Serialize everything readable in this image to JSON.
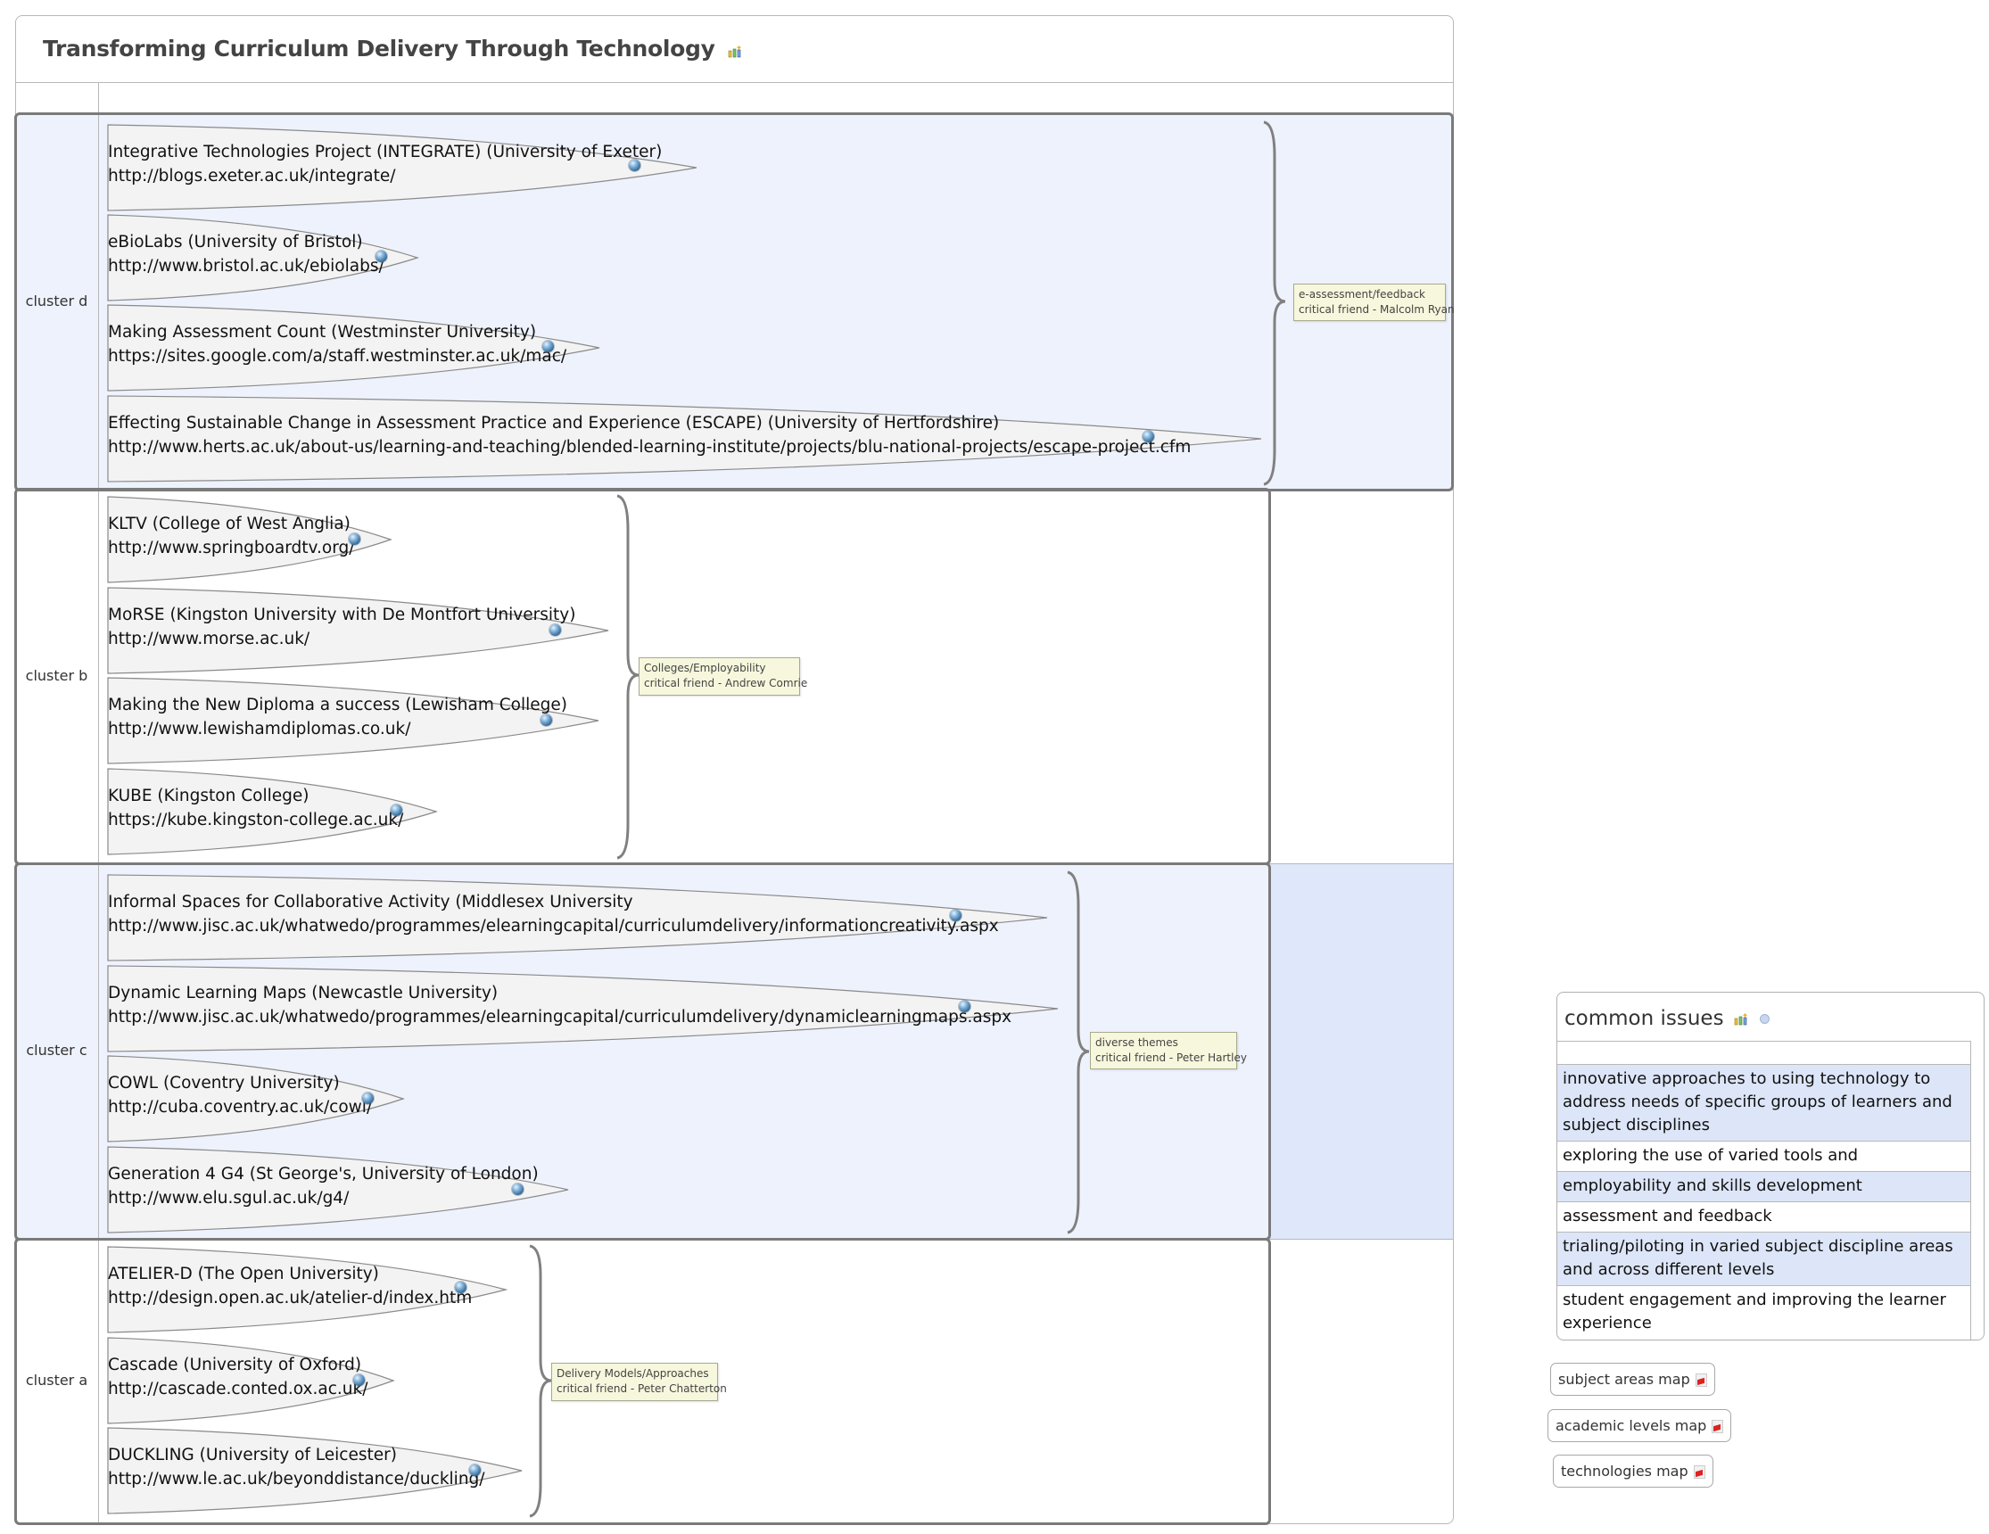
{
  "header": {
    "title": "Transforming Curriculum Delivery Through Technology",
    "title_icon": "chart-arrow-icon"
  },
  "clusters": [
    {
      "label": "cluster d",
      "note": {
        "line1": "e-assessment/feedback",
        "line2": "critical friend - Malcolm Ryan"
      },
      "projects": [
        {
          "name": "Integrative Technologies Project (INTEGRATE) (University of Exeter)",
          "url": "http://blogs.exeter.ac.uk/integrate/",
          "icon": "globe-icon"
        },
        {
          "name": "eBioLabs (University of Bristol)",
          "url": "http://www.bristol.ac.uk/ebiolabs/",
          "icon": "globe-icon"
        },
        {
          "name": "Making Assessment Count (Westminster University)",
          "url": "https://sites.google.com/a/staff.westminster.ac.uk/mac/",
          "icon": "globe-icon"
        },
        {
          "name": "Effecting Sustainable Change in Assessment Practice and Experience (ESCAPE) (University of Hertfordshire)",
          "url": "http://www.herts.ac.uk/about-us/learning-and-teaching/blended-learning-institute/projects/blu-national-projects/escape-project.cfm",
          "icon": "globe-icon"
        }
      ]
    },
    {
      "label": "cluster b",
      "note": {
        "line1": "Colleges/Employability",
        "line2": "critical friend - Andrew Comrie"
      },
      "projects": [
        {
          "name": "KLTV (College of West Anglia)",
          "url": "http://www.springboardtv.org/",
          "icon": "globe-icon"
        },
        {
          "name": "MoRSE (Kingston University with De Montfort University)",
          "url": "http://www.morse.ac.uk/",
          "icon": "globe-icon"
        },
        {
          "name": "Making the New Diploma a success (Lewisham College)",
          "url": "http://www.lewishamdiplomas.co.uk/",
          "icon": "globe-icon"
        },
        {
          "name": "KUBE (Kingston College)",
          "url": "https://kube.kingston-college.ac.uk/",
          "icon": "globe-icon"
        }
      ]
    },
    {
      "label": "cluster c",
      "note": {
        "line1": "diverse themes",
        "line2": "critical friend - Peter Hartley"
      },
      "projects": [
        {
          "name": "Informal Spaces for Collaborative Activity (Middlesex University",
          "url": "http://www.jisc.ac.uk/whatwedo/programmes/elearningcapital/curriculumdelivery/informationcreativity.aspx",
          "icon": "globe-icon"
        },
        {
          "name": "Dynamic Learning Maps (Newcastle University)",
          "url": "http://www.jisc.ac.uk/whatwedo/programmes/elearningcapital/curriculumdelivery/dynamiclearningmaps.aspx",
          "icon": "globe-icon"
        },
        {
          "name": "COWL (Coventry University)",
          "url": "http://cuba.coventry.ac.uk/cowl/",
          "icon": "globe-icon"
        },
        {
          "name": "Generation 4 G4 (St George's, University of London)",
          "url": "http://www.elu.sgul.ac.uk/g4/",
          "icon": "globe-icon"
        }
      ]
    },
    {
      "label": "cluster a",
      "note": {
        "line1": "Delivery Models/Approaches",
        "line2": "critical friend - Peter Chatterton"
      },
      "projects": [
        {
          "name": "ATELIER-D (The Open University)",
          "url": "http://design.open.ac.uk/atelier-d/index.htm",
          "icon": "globe-icon"
        },
        {
          "name": "Cascade (University of Oxford)",
          "url": "http://cascade.conted.ox.ac.uk/",
          "icon": "globe-icon"
        },
        {
          "name": "DUCKLING (University of Leicester)",
          "url": "http://www.le.ac.uk/beyonddistance/duckling/",
          "icon": "globe-icon"
        }
      ]
    }
  ],
  "common_issues": {
    "title": "common issues",
    "icons": [
      "chart-arrow-icon",
      "collapse-icon"
    ],
    "items": [
      "innovative approaches to using technology to address needs of specific groups of learners and subject disciplines",
      "exploring the use of varied tools and technologies",
      "employability and skills development",
      "assessment and feedback",
      "trialing/piloting in varied subject discipline areas and across different levels",
      "student engagement and improving the learner experience"
    ]
  },
  "map_links": [
    {
      "label": "subject areas map",
      "icon": "pdf-icon"
    },
    {
      "label": "academic levels map",
      "icon": "pdf-icon"
    },
    {
      "label": "technologies map",
      "icon": "pdf-icon"
    }
  ],
  "colors": {
    "row_tint": "#eef2fc",
    "row_tint_strong": "#dfe7fa",
    "note_bg": "#f7f7dd",
    "frame": "#7a7a7a",
    "grid": "#b8b8b8"
  }
}
